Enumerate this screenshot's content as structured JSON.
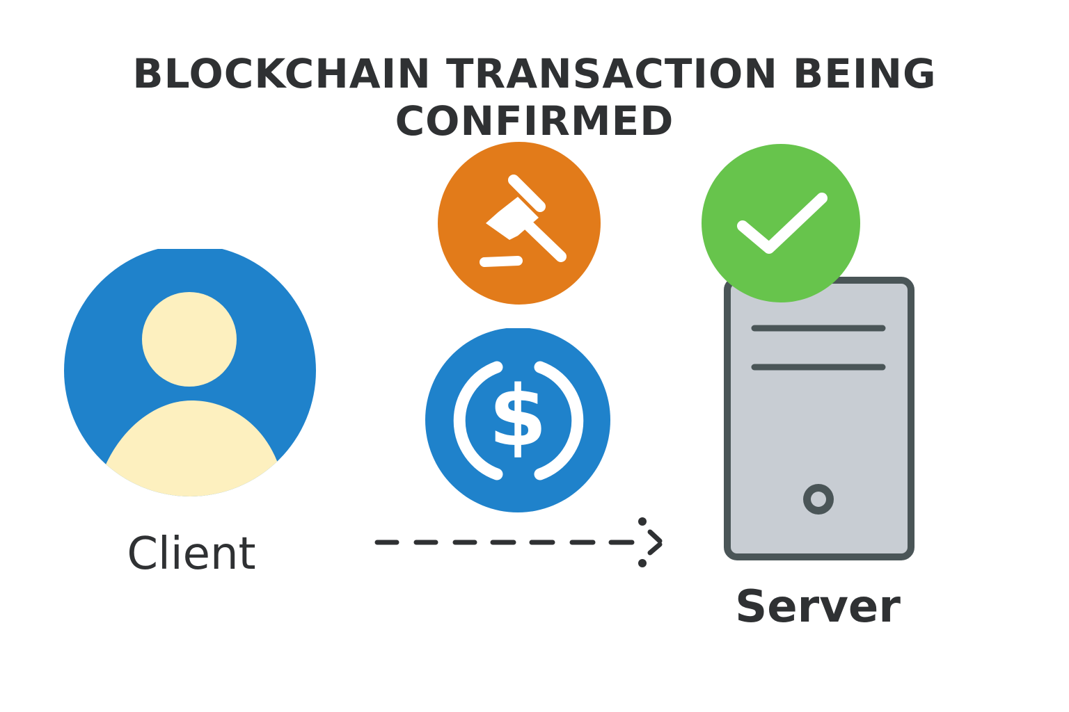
{
  "title": "BLOCKCHAIN TRANSACTION BEING CONFIRMED",
  "nodes": {
    "client": {
      "label": "Client",
      "icon": "user-avatar-icon",
      "colors": {
        "circle": "#1f82cb",
        "figure": "#fdf0bf"
      }
    },
    "server": {
      "label": "Server",
      "icon": "server-icon",
      "colors": {
        "body": "#c8cdd3",
        "outline": "#4a5557"
      }
    }
  },
  "badges": {
    "gavel": {
      "icon": "gavel-icon",
      "color": "#e27b1a"
    },
    "currency": {
      "icon": "usdc-dollar-icon",
      "color": "#1f82cb"
    },
    "confirmed": {
      "icon": "checkmark-icon",
      "color": "#67c44c"
    }
  },
  "connector": {
    "type": "dashed-arrow",
    "direction": "client-to-server",
    "color": "#2f3133"
  }
}
